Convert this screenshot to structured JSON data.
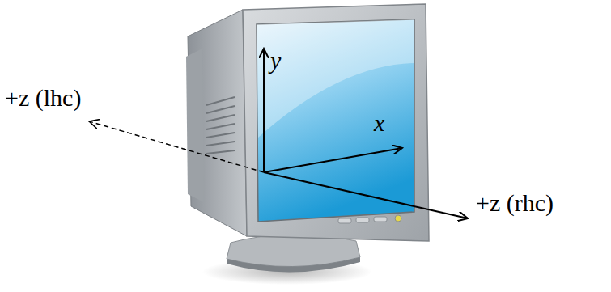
{
  "diagram": {
    "labels": [
      "+z (lhc)",
      "y",
      "x",
      "+z (rhc)"
    ]
  }
}
